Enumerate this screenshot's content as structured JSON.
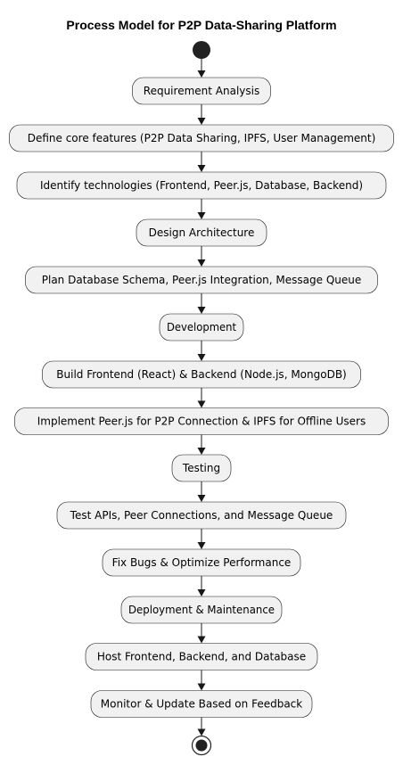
{
  "diagram": {
    "title": "Process Model for P2P Data-Sharing Platform",
    "nodes": [
      {
        "id": "requirement-analysis",
        "label": "Requirement Analysis"
      },
      {
        "id": "define-core-features",
        "label": "Define core features (P2P Data Sharing, IPFS, User Management)"
      },
      {
        "id": "identify-technologies",
        "label": "Identify technologies (Frontend, Peer.js, Database, Backend)"
      },
      {
        "id": "design-architecture",
        "label": "Design Architecture"
      },
      {
        "id": "plan-database-schema",
        "label": "Plan Database Schema, Peer.js Integration, Message Queue"
      },
      {
        "id": "development",
        "label": "Development"
      },
      {
        "id": "build-frontend-backend",
        "label": "Build Frontend (React) & Backend (Node.js, MongoDB)"
      },
      {
        "id": "implement-peerjs",
        "label": "Implement Peer.js for P2P Connection & IPFS for Offline Users"
      },
      {
        "id": "testing",
        "label": "Testing"
      },
      {
        "id": "test-apis",
        "label": "Test APIs, Peer Connections, and Message Queue"
      },
      {
        "id": "fix-bugs",
        "label": "Fix Bugs & Optimize Performance"
      },
      {
        "id": "deployment-maintenance",
        "label": "Deployment & Maintenance"
      },
      {
        "id": "host-services",
        "label": "Host Frontend, Backend, and Database"
      },
      {
        "id": "monitor-update",
        "label": "Monitor & Update Based on Feedback"
      }
    ]
  }
}
